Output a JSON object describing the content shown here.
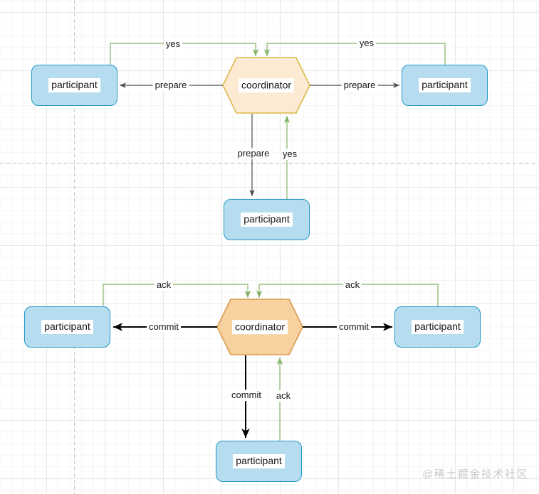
{
  "phase1": {
    "coordinator": "coordinator",
    "participant_left": "participant",
    "participant_right": "participant",
    "participant_bottom": "participant",
    "labels": {
      "yes_left": "yes",
      "yes_right": "yes",
      "yes_middle": "yes",
      "prepare_left": "prepare",
      "prepare_right": "prepare",
      "prepare_middle": "prepare"
    }
  },
  "phase2": {
    "coordinator": "coordinator",
    "participant_left": "participant",
    "participant_right": "participant",
    "participant_bottom": "participant",
    "labels": {
      "ack_left": "ack",
      "ack_right": "ack",
      "ack_middle": "ack",
      "commit_left": "commit",
      "commit_right": "commit",
      "commit_middle": "commit"
    }
  },
  "watermark": "@稀土掘金技术社区",
  "colors": {
    "coordinator_phase1_fill": "#fcead3",
    "coordinator_phase1_stroke": "#ddb74a",
    "coordinator_phase2_fill": "#f8d1a0",
    "coordinator_phase2_stroke": "#db9a4b",
    "participant_fill": "#b5ddef",
    "participant_stroke": "#2499c6",
    "reply_arrow": "#82b366",
    "request_arrow_phase1": "#4d4d4d",
    "request_arrow_phase2": "#000000",
    "grid_minor": "#f4f4f4",
    "grid_major": "#e8e8e8",
    "page_guide": "#c6c6c6",
    "watermark": "#c9c9c9"
  }
}
